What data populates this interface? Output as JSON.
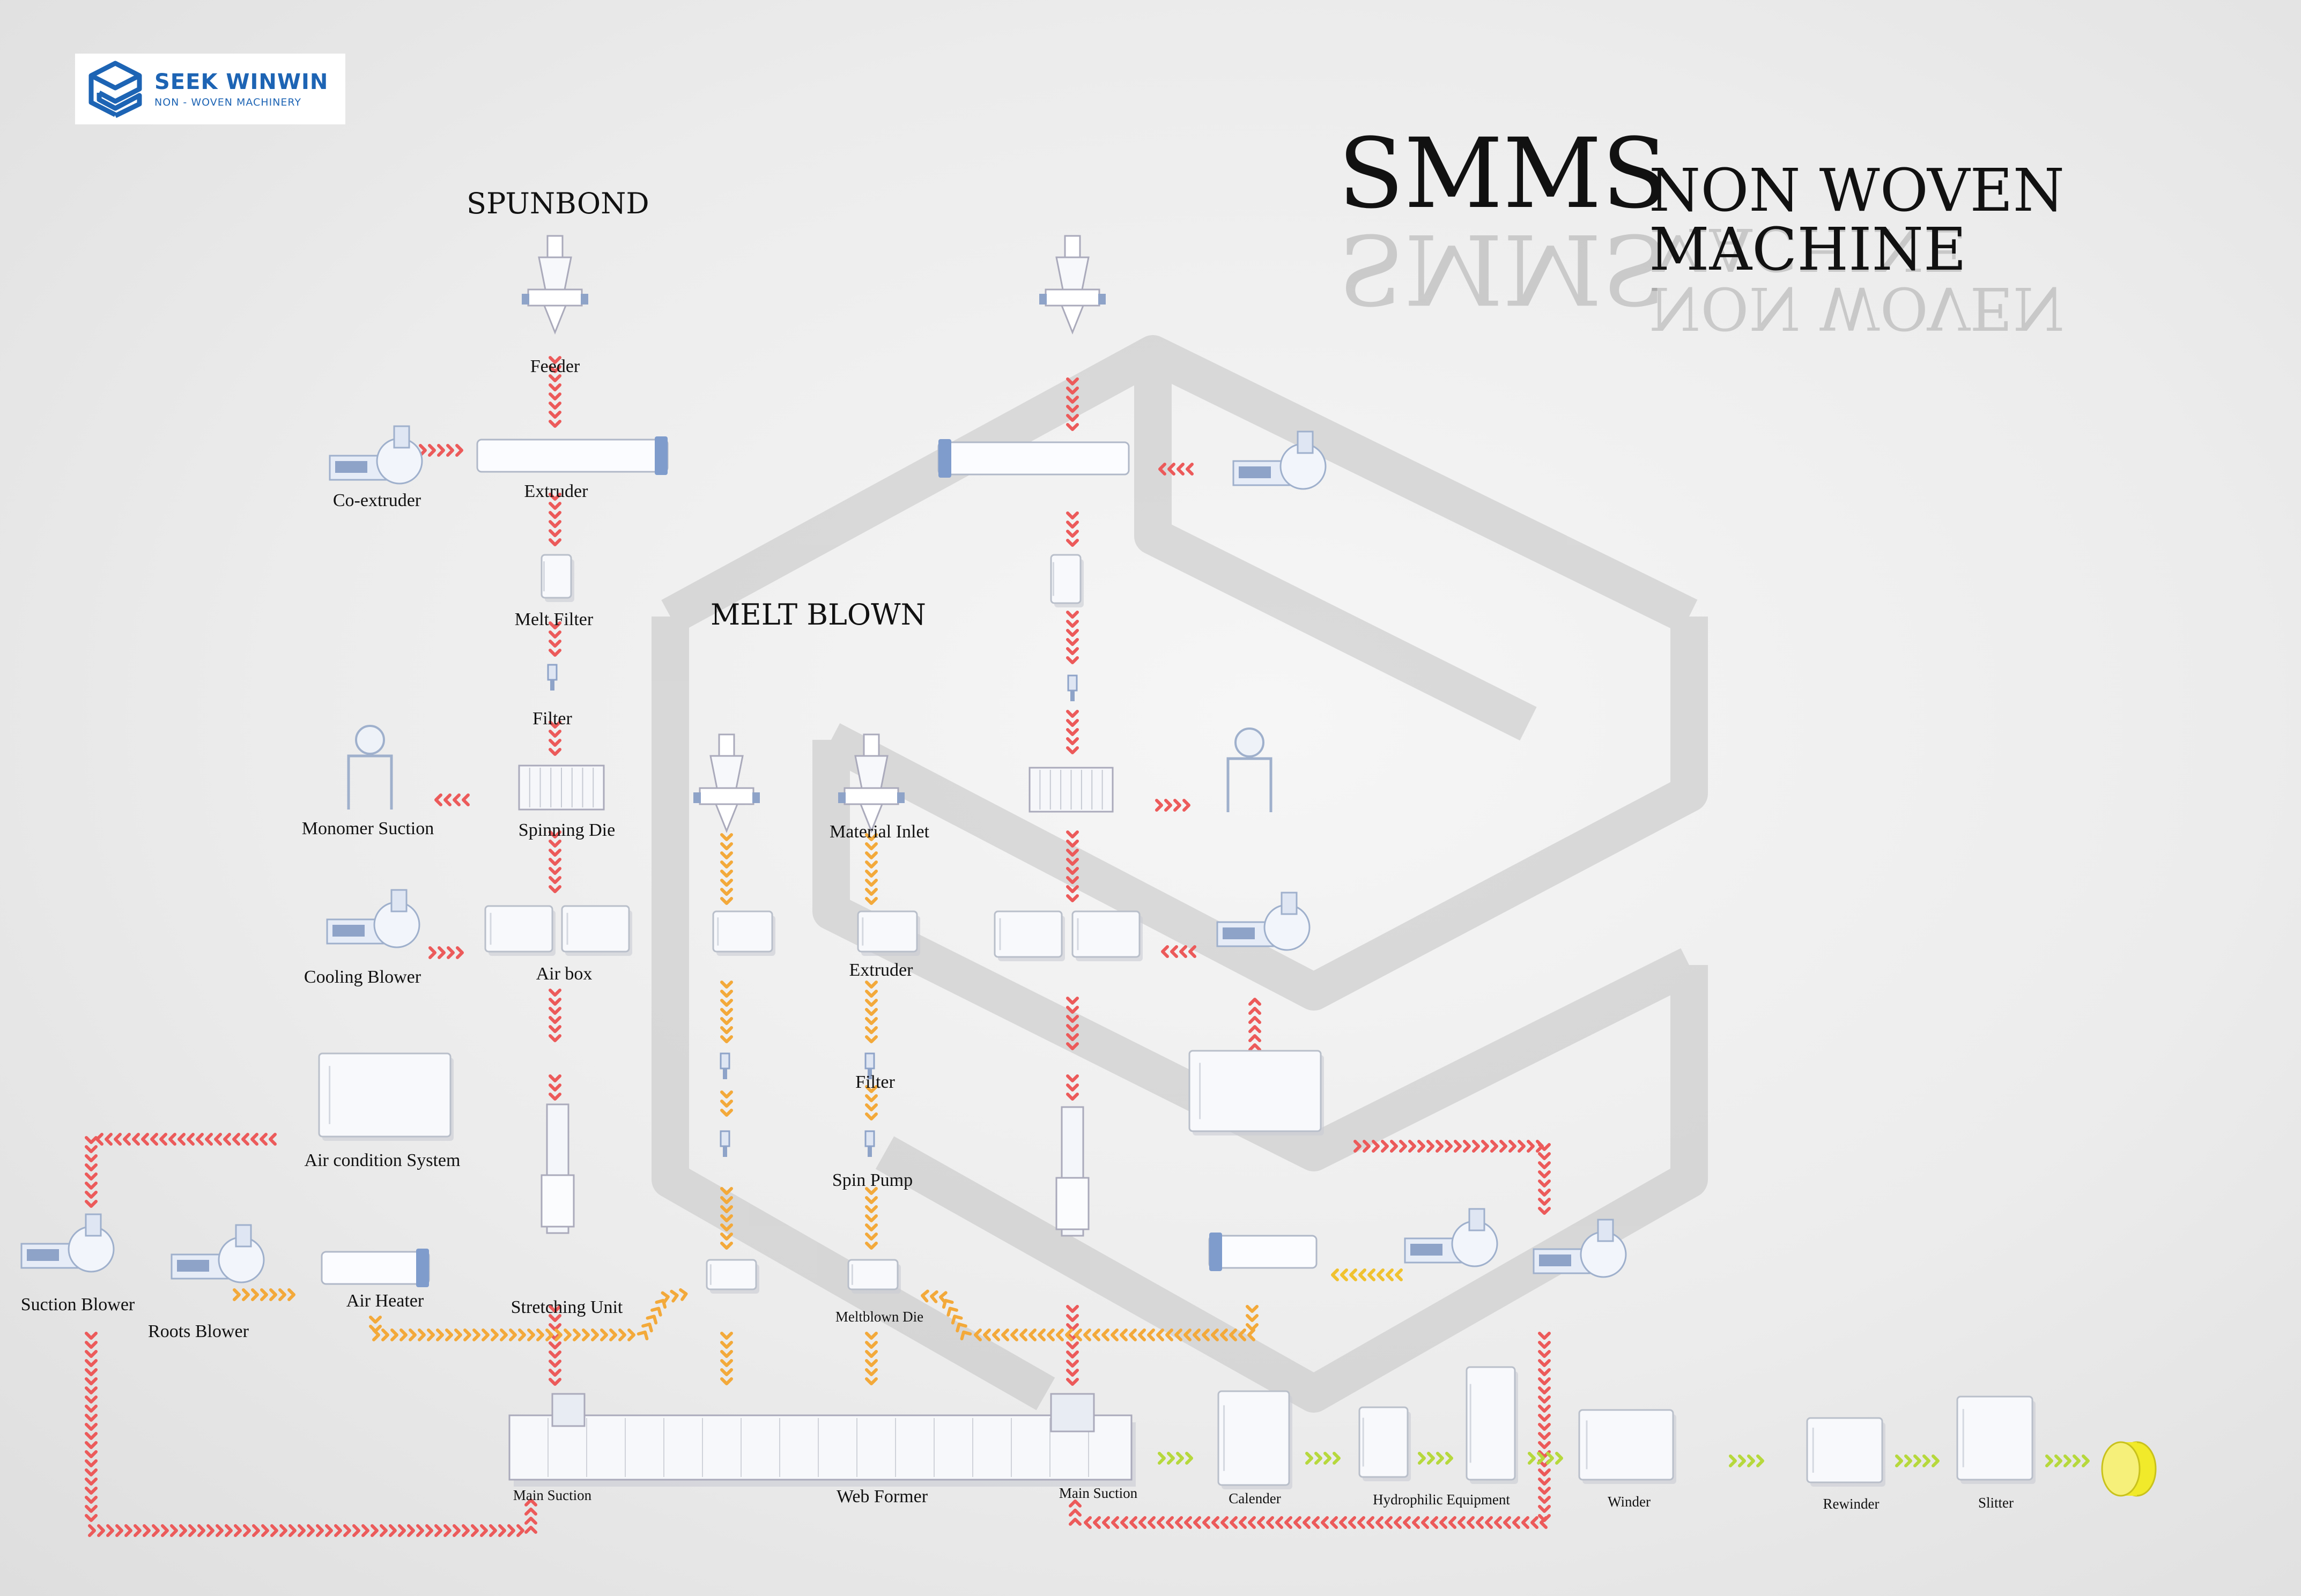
{
  "logo": {
    "brand": "SEEK WINWIN",
    "tagline": "NON - WOVEN  MACHINERY",
    "icon": "cube-s-logo-icon"
  },
  "title": {
    "main": "SMMS",
    "sub": "NON WOVEN MACHINE"
  },
  "sections": {
    "spunbond": "SPUNBOND",
    "meltblown": "MELT BLOWN"
  },
  "labels": {
    "feeder": "Feeder",
    "co_extruder": "Co-extruder",
    "extruder": "Extruder",
    "melt_filter": "Melt Filter",
    "filter": "Filter",
    "monomer_suction": "Monomer Suction",
    "spinning_die": "Spinning Die",
    "cooling_blower": "Cooling Blower",
    "air_box": "Air box",
    "air_condition_system": "Air condition System",
    "suction_blower": "Suction Blower",
    "roots_blower": "Roots Blower",
    "air_heater": "Air Heater",
    "stretching_unit": "Stretching Unit",
    "material_inlet": "Material Inlet",
    "mb_extruder": "Extruder",
    "mb_filter": "Filter",
    "spin_pump": "Spin Pump",
    "meltblown_die": "Meltblown Die",
    "main_suction_left": "Main Suction",
    "web_former": "Web Former",
    "main_suction_right": "Main Suction",
    "calender": "Calender",
    "hydrophilic_equipment": "Hydrophilic Equipment",
    "winder": "Winder",
    "rewinder": "Rewinder",
    "slitter": "Slitter"
  },
  "colors": {
    "melt_flow": "#ec5a5a",
    "air_flow": "#f3a93a",
    "meltblown_flow": "#f3a93a",
    "product_flow": "#b6d83c",
    "cold_air": "#f0c230",
    "brand_blue": "#1d64b4",
    "final_roll": "#f1ea2a"
  }
}
